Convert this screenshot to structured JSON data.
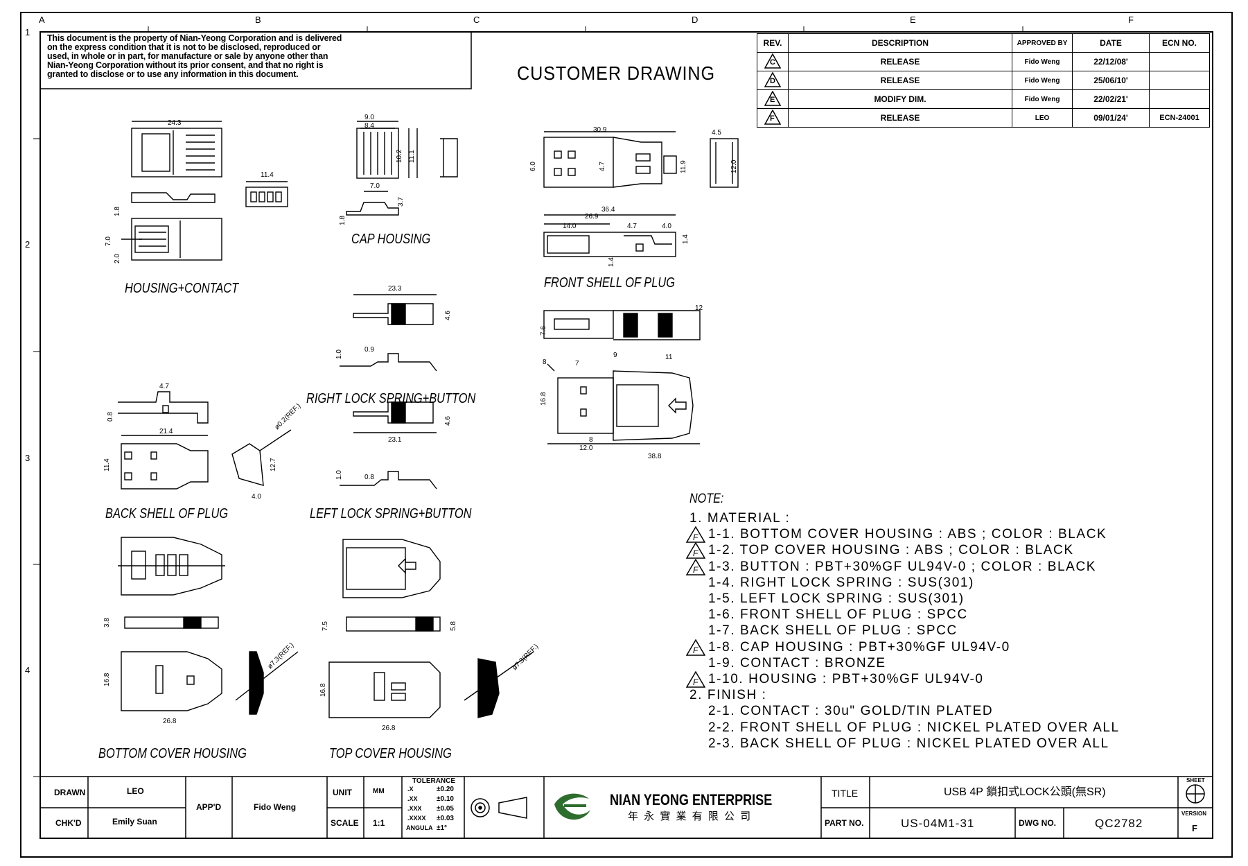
{
  "disclaimer": {
    "line1": "This document is the property of Nian-Yeong Corporation and is delivered",
    "line2": "on the express condition that it is not to be disclosed, reproduced or",
    "line3": "used, in whole or in part, for manufacture or sale by anyone other than",
    "line4": "Nian-Yeong Corporation without its prior consent, and that no right is",
    "line5": "granted to disclose or to use any information in this document."
  },
  "drawing_title": "CUSTOMER DRAWING",
  "border": {
    "columns": [
      "A",
      "B",
      "C",
      "D",
      "E",
      "F"
    ],
    "rows": [
      "1",
      "2",
      "3",
      "4"
    ]
  },
  "revision_table": {
    "headers": [
      "REV.",
      "DESCRIPTION",
      "APPROVED BY",
      "DATE",
      "ECN NO."
    ],
    "rows": [
      {
        "rev": "C",
        "description": "RELEASE",
        "approved": "Fido Weng",
        "date": "22/12/08'",
        "ecn": ""
      },
      {
        "rev": "D",
        "description": "RELEASE",
        "approved": "Fido Weng",
        "date": "25/06/10'",
        "ecn": ""
      },
      {
        "rev": "E",
        "description": "MODIFY DIM.",
        "approved": "Fido Weng",
        "date": "22/02/21'",
        "ecn": ""
      },
      {
        "rev": "F",
        "description": "RELEASE",
        "approved": "LEO",
        "date": "09/01/24'",
        "ecn": "ECN-24001"
      }
    ]
  },
  "views": {
    "housing_contact": "HOUSING+CONTACT",
    "cap_housing": "CAP HOUSING",
    "front_shell": "FRONT SHELL OF PLUG",
    "right_lock": "RIGHT LOCK SPRING+BUTTON",
    "left_lock": "LEFT LOCK SPRING+BUTTON",
    "back_shell": "BACK SHELL OF PLUG",
    "bottom_cover": "BOTTOM COVER HOUSING",
    "top_cover": "TOP COVER HOUSING"
  },
  "dimensions": {
    "d24_3": "24.3",
    "d11_4a": "11.4",
    "d1_8a": "1.8",
    "d7_0a": "7.0",
    "d2_0": "2.0",
    "d9_0": "9.0",
    "d8_4": "8.4",
    "d10_2": "10.2",
    "d11_1": "11.1",
    "d7_0b": "7.0",
    "d3_7": "3.7",
    "d1_8b": "1.8",
    "d30_9": "30.9",
    "d4_5": "4.5",
    "d6_0": "6.0",
    "d4_7a": "4.7",
    "d11_9": "11.9",
    "d12_0a": "12.0",
    "d36_4": "36.4",
    "d26_9": "26.9",
    "d14_0": "14.0",
    "d4_7b": "4.7",
    "d4_0a": "4.0",
    "d1_4a": "1.4",
    "d1_4b": "1.4",
    "d23_3": "23.3",
    "d4_6a": "4.6",
    "d1_0a": "1.0",
    "d0_9": "0.9",
    "d23_1": "23.1",
    "d4_6b": "4.6",
    "d1_0b": "1.0",
    "d0_8a": "0.8",
    "d7_6": "7.6",
    "n12": "12",
    "n11": "11",
    "n8a": "8",
    "n9a": "9",
    "n7": "7",
    "n8b": "8",
    "d16_8a": "16.8",
    "d12_0b": "12.0",
    "d38_8": "38.8",
    "d4_7c": "4.7",
    "d0_8b": "0.8",
    "d21_4": "21.4",
    "d11_4b": "11.4",
    "d4_0b": "4.0",
    "d12_7": "12.7",
    "ref1": "ø0.2(REF.)",
    "d3_8": "3.8",
    "d7_5": "7.5",
    "d5_8": "5.8",
    "d16_8b": "16.8",
    "d26_8a": "26.8",
    "ref2": "ø7.3(REF.)",
    "d16_8c": "16.8",
    "d26_8b": "26.8",
    "ref3": "ø7.3(REF.)"
  },
  "notes": {
    "heading": "NOTE:",
    "items": [
      {
        "text": "1. MATERIAL :",
        "flag": false,
        "indent": 0
      },
      {
        "text": "1-1. BOTTOM COVER HOUSING : ABS ; COLOR : BLACK",
        "flag": true,
        "indent": 1
      },
      {
        "text": "1-2. TOP COVER HOUSING : ABS ; COLOR : BLACK",
        "flag": true,
        "indent": 1
      },
      {
        "text": "1-3. BUTTON : PBT+30%GF UL94V-0 ; COLOR : BLACK",
        "flag": true,
        "indent": 1
      },
      {
        "text": "1-4. RIGHT LOCK SPRING : SUS(301)",
        "flag": false,
        "indent": 1
      },
      {
        "text": "1-5. LEFT LOCK SPRING : SUS(301)",
        "flag": false,
        "indent": 1
      },
      {
        "text": "1-6. FRONT SHELL OF PLUG : SPCC",
        "flag": false,
        "indent": 1
      },
      {
        "text": "1-7. BACK SHELL OF PLUG : SPCC",
        "flag": false,
        "indent": 1
      },
      {
        "text": "1-8. CAP HOUSING : PBT+30%GF UL94V-0",
        "flag": true,
        "indent": 1
      },
      {
        "text": "1-9. CONTACT : BRONZE",
        "flag": false,
        "indent": 1
      },
      {
        "text": "1-10. HOUSING : PBT+30%GF UL94V-0",
        "flag": true,
        "indent": 1
      },
      {
        "text": "2. FINISH :",
        "flag": false,
        "indent": 0
      },
      {
        "text": "2-1. CONTACT : 30u\" GOLD/TIN PLATED",
        "flag": false,
        "indent": 1
      },
      {
        "text": "2-2. FRONT SHELL OF PLUG : NICKEL PLATED OVER ALL",
        "flag": false,
        "indent": 1
      },
      {
        "text": "2-3. BACK SHELL OF PLUG : NICKEL PLATED OVER ALL",
        "flag": false,
        "indent": 1
      }
    ],
    "flag_letter": "F"
  },
  "title_block": {
    "drawn_label": "DRAWN",
    "drawn_value": "LEO",
    "chkd_label": "CHK'D",
    "chkd_value": "Emily Suan",
    "appd_label": "APP'D",
    "appd_value": "Fido Weng",
    "unit_label": "UNIT",
    "unit_value": "MM",
    "scale_label": "SCALE",
    "scale_value": "1:1",
    "tolerance_label": "TOLERANCE",
    "tolerances": [
      {
        "k": ".X",
        "v": "±0.20"
      },
      {
        "k": ".XX",
        "v": "±0.10"
      },
      {
        "k": ".XXX",
        "v": "±0.05"
      },
      {
        "k": ".XXXX",
        "v": "±0.03"
      },
      {
        "k": "ANGULA",
        "v": "±1°"
      }
    ],
    "company_name": "NIAN YEONG ENTERPRISE",
    "company_name_cn": "年 永 實 業 有 限 公 司",
    "title_label": "TITLE",
    "title_value": "USB 4P 鎖扣式LOCK公頭(無SR)",
    "part_label": "PART NO.",
    "part_value": "US-04M1-31",
    "dwg_label": "DWG NO.",
    "dwg_value": "QC2782",
    "sheet_label": "SHEET",
    "version_label": "VERSION",
    "version_value": "F"
  }
}
